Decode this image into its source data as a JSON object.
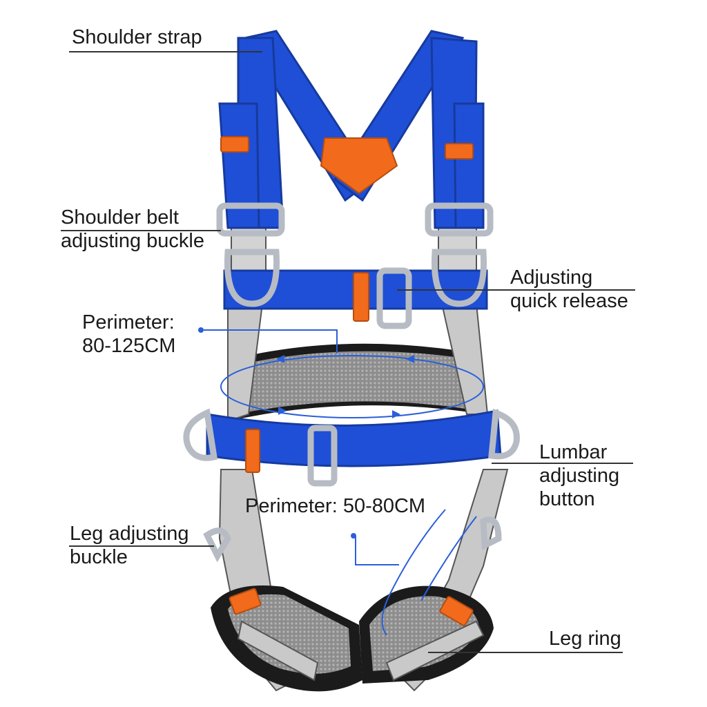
{
  "labels": {
    "shoulder_strap": "Shoulder strap",
    "shoulder_belt_buckle": [
      "Shoulder belt",
      "adjusting buckle"
    ],
    "adjusting_quick_release": [
      "Adjusting",
      "quick release"
    ],
    "perimeter_waist": [
      "Perimeter:",
      "80-125CM"
    ],
    "lumbar_button": [
      "Lumbar",
      "adjusting",
      "button"
    ],
    "perimeter_leg": "Perimeter: 50-80CM",
    "leg_buckle": [
      "Leg adjusting",
      "buckle"
    ],
    "leg_ring": "Leg ring"
  },
  "colors": {
    "strap_blue": "#1f4fd6",
    "strap_blue_dark": "#163a9e",
    "accent_orange": "#f26a1b",
    "padding_gray": "#c9c9c9",
    "leg_pad_black": "#1b1b1b",
    "metal": "#b7bcc4",
    "arrow_blue": "#2b5fd9",
    "leader_line": "#333333"
  }
}
